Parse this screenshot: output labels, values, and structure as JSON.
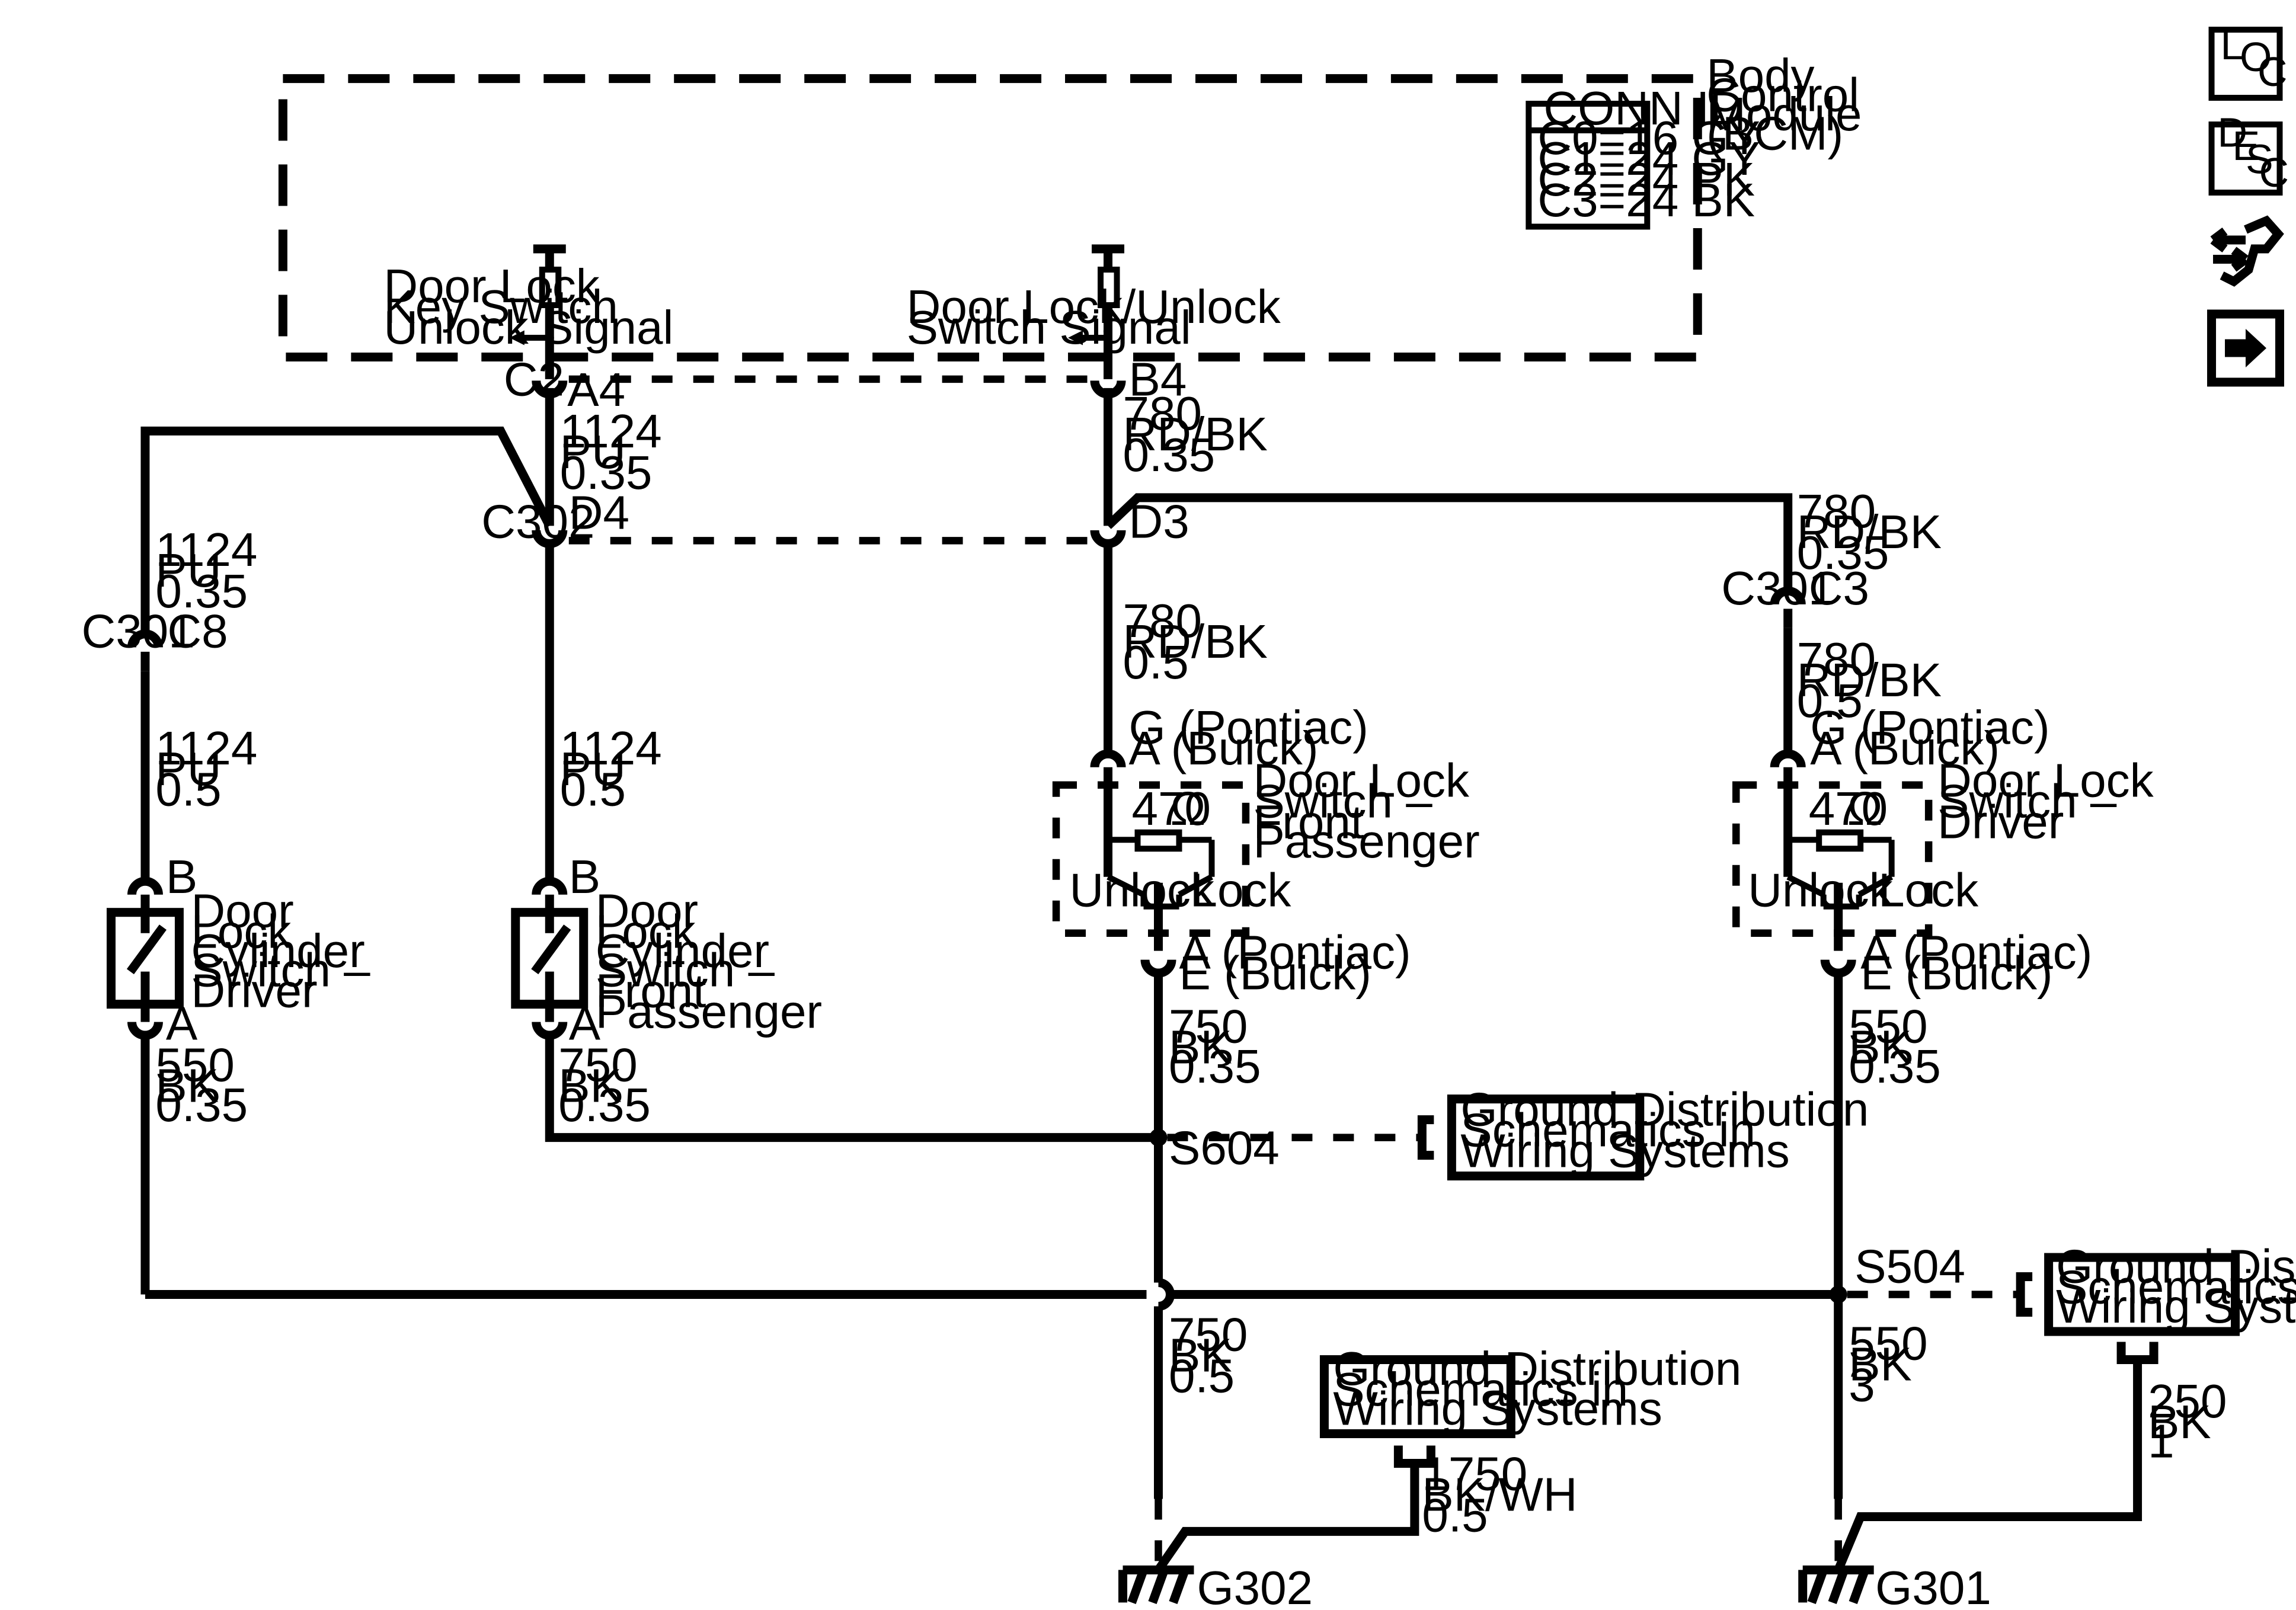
{
  "bcm": {
    "name_lines": [
      "Body",
      "Control",
      "Module",
      "(BCM)"
    ],
    "conn_id": {
      "header": "CONN ID",
      "rows": [
        "C0=16 GY",
        "C1=24 GY",
        "C2=24 PK",
        "C3=24 BK"
      ]
    },
    "key_unlock_signal_lines": [
      "Door Lock",
      "Key Switch",
      "Unlock Signal"
    ],
    "lock_unlock_switch_signal_lines": [
      "Door Lock/Unlock",
      "Switch Signal"
    ]
  },
  "connectors": {
    "c2": "C2",
    "a4": "A4",
    "b4": "B4",
    "c302": "C302",
    "d4": "D4",
    "d3": "D3",
    "c301_left": "C301",
    "c8": "C8",
    "c301_right": "C301",
    "c3": "C3",
    "b_driver_cyl": "B",
    "a_driver_cyl": "A",
    "b_pass_cyl": "B",
    "a_pass_cyl": "A",
    "pass_sw_top": [
      "G (Pontiac)",
      "A (Buick)"
    ],
    "pass_sw_bottom": [
      "A (Pontiac)",
      "E (Buick)"
    ],
    "drv_sw_top": [
      "G (Pontiac)",
      "A (Buick)"
    ],
    "drv_sw_bottom": [
      "A (Pontiac)",
      "E (Buick)"
    ]
  },
  "wires": {
    "w1124_a": [
      "1124",
      "PU",
      "0.35"
    ],
    "w1124_b": [
      "1124",
      "PU",
      "0.35"
    ],
    "w1124_c": [
      "1124",
      "PU",
      "0.5"
    ],
    "w1124_d": [
      "1124",
      "PU",
      "0.5"
    ],
    "w780_a": [
      "780",
      "RD/BK",
      "0.35"
    ],
    "w780_b": [
      "780",
      "RD/BK",
      "0.5"
    ],
    "w780_c": [
      "780",
      "RD/BK",
      "0.35"
    ],
    "w780_d": [
      "780",
      "RD/BK",
      "0.5"
    ],
    "w550_a": [
      "550",
      "BK",
      "0.35"
    ],
    "w750_a": [
      "750",
      "BK",
      "0.35"
    ],
    "w750_b": [
      "750",
      "BK",
      "0.35"
    ],
    "w550_b": [
      "550",
      "BK",
      "0.35"
    ],
    "w750_c": [
      "750",
      "BK",
      "0.5"
    ],
    "w550_c": [
      "550",
      "BK",
      "3"
    ],
    "w1750": [
      "1750",
      "BK/WH",
      "0.5"
    ],
    "w250": [
      "250",
      "BK",
      "1"
    ]
  },
  "components": {
    "cyl_driver_lines": [
      "Door",
      "Lock",
      "Cylinder",
      "Switch –",
      "Driver"
    ],
    "cyl_pass_lines": [
      "Door",
      "Lock",
      "Cylinder",
      "Switch –",
      "Front",
      "Passenger"
    ],
    "sw_pass_lines": [
      "Door Lock",
      "Switch –",
      "Front",
      "Passenger"
    ],
    "sw_drv_lines": [
      "Door Lock",
      "Switch –",
      "Driver"
    ],
    "resistor_value": "470",
    "ohm_symbol": "Ω",
    "unlock_label": "Unlock",
    "lock_label": "Lock"
  },
  "splices": {
    "s604": "S604",
    "s504": "S504"
  },
  "grounds": {
    "g302": "G302",
    "g301": "G301"
  },
  "ground_dist_box_lines": [
    "Ground Distribution",
    "Schematics in",
    "Wiring Systems"
  ],
  "nav_icons": {
    "loc": {
      "big": "L",
      "small": "O",
      "small2": "C"
    },
    "desc": {
      "letters": [
        "D",
        "E",
        "S",
        "C"
      ]
    },
    "connector_icon": "connector-view-icon",
    "next_icon": "next-arrow-icon"
  }
}
